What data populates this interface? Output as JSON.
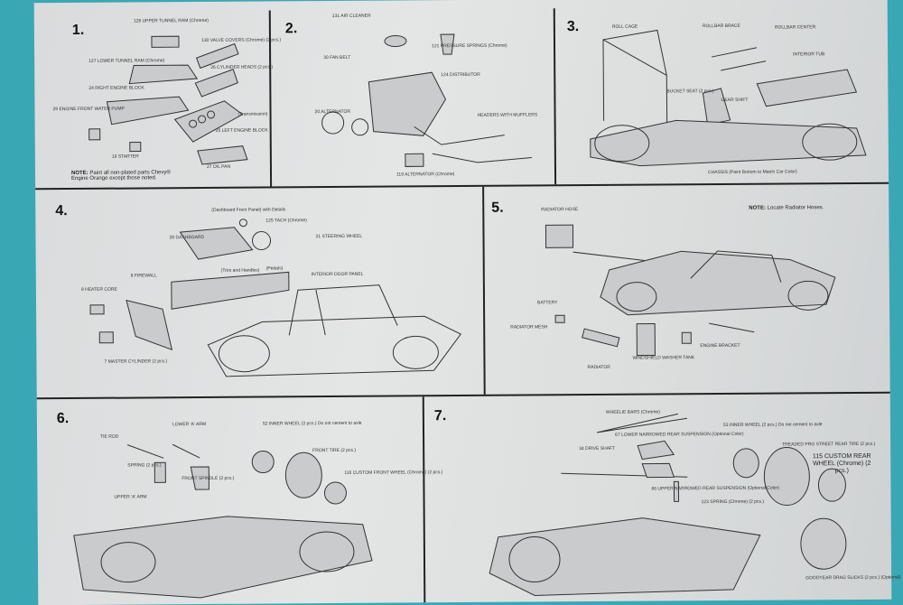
{
  "steps": [
    {
      "number": "1.",
      "labels": [
        "128 UPPER TUNNEL RAM (Chrome)",
        "127 LOWER TUNNEL RAM (Chrome)",
        "24 RIGHT ENGINE BLOCK",
        "29 ENGINE FRONT WATER PUMP",
        "19 STARTER",
        "130 VALVE COVERS (Chrome) (2 pcs.)",
        "26 CYLINDER HEADS (2 pcs.)",
        "(Transmission)",
        "25 LEFT ENGINE BLOCK",
        "27 OIL PAN"
      ],
      "note_label": "NOTE:",
      "note_text": "Paint all non-plated parts Chevy® Engine Orange except those noted."
    },
    {
      "number": "2.",
      "labels": [
        "131 AIR CLEANER",
        "121 PRESSURE SPRINGS (Chrome)",
        "30 FAN BELT",
        "20 ALTERNATOR",
        "124 DISTRIBUTOR",
        "HEADERS WITH MUFFLERS",
        "119 ALTERNATOR (Chrome)"
      ]
    },
    {
      "number": "3.",
      "labels": [
        "ROLL CAGE",
        "ROLLBAR BRACE",
        "ROLLBAR CENTER",
        "INTERIOR TUB",
        "BUCKET SEAT (2 pcs.)",
        "GEAR SHIFT",
        "CHASSIS (Paint Bottom to Match Car Color)"
      ]
    },
    {
      "number": "4.",
      "labels": [
        "(Dashboard Front Panel) with Details",
        "28 DASHBOARD",
        "125 TACH (Chrome)",
        "21 STEERING WHEEL",
        "(Trim and Handles)",
        "(Pedals)",
        "INTERIOR DOOR PANEL",
        "8 FIREWALL",
        "9 HEATER CORE",
        "7 MASTER CYLINDER (2 pcs.)"
      ]
    },
    {
      "number": "5.",
      "labels": [
        "RADIATOR HOSE",
        "BATTERY",
        "RADIATOR MESH",
        "RADIATOR",
        "WINDSHIELD WASHER TANK",
        "ENGINE BRACKET"
      ],
      "note_label": "NOTE:",
      "note_text": "Locate Radiator Hoses."
    },
    {
      "number": "6.",
      "labels": [
        "TIE ROD",
        "LOWER 'A' ARM",
        "SPRING (2 pcs.)",
        "FRONT SPINDLE (2 pcs.)",
        "UPPER 'A' ARM",
        "52 INNER WHEEL (2 pcs.) Do not cement to axle",
        "FRONT TIRE (2 pcs.)",
        "116 CUSTOM FRONT WHEEL (Chrome) (2 pcs.)"
      ]
    },
    {
      "number": "7.",
      "labels": [
        "WHEELIE BARS (Chrome)",
        "67 LOWER NARROWED REAR SUSPENSION (Optional Color)",
        "34 DRIVE SHAFT",
        "66 UPPER NARROWED REAR SUSPENSION (Optional Color)",
        "123 SPRING (Chrome) (2 pcs.)",
        "53 INNER WHEEL (2 pcs.) Do not cement to axle",
        "TREADED PRO STREET REAR TIRE (2 pcs.)",
        "115 CUSTOM REAR WHEEL (Chrome) (2 pcs.)",
        "GOODYEAR DRAG SLICKS (2 pcs.) (Optional)"
      ]
    }
  ]
}
